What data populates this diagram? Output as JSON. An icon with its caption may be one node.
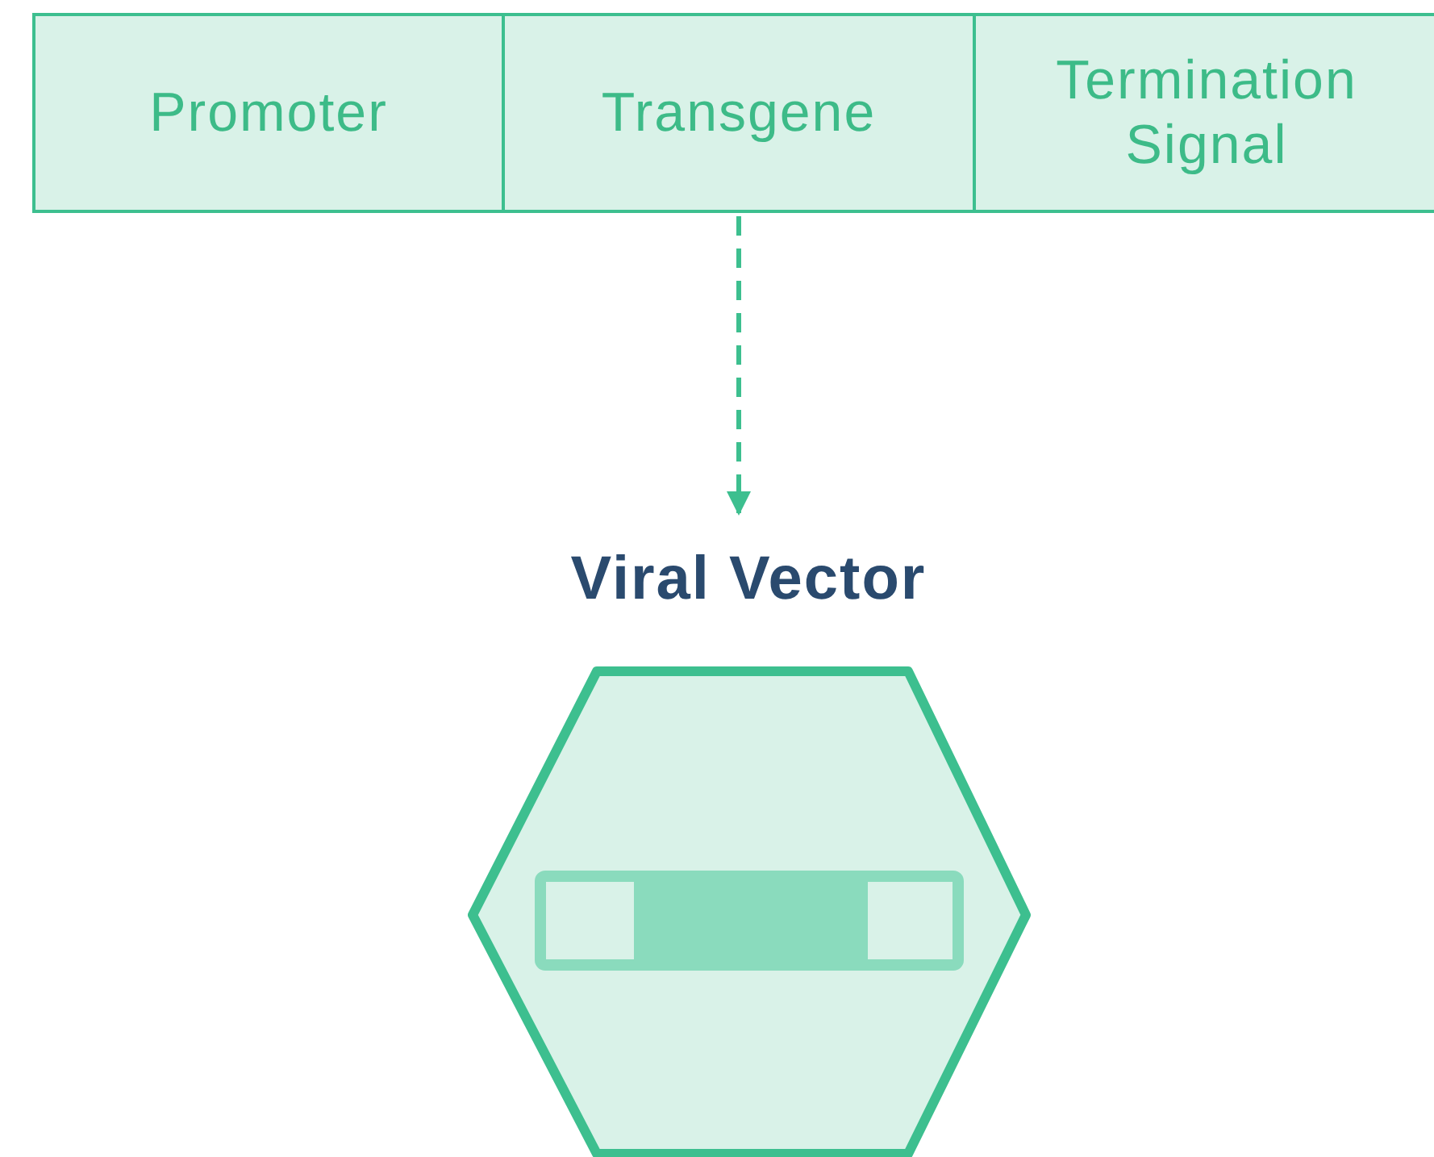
{
  "diagram": {
    "nodes": [
      {
        "text": [
          "Promoter"
        ]
      },
      {
        "text": [
          "Transgene"
        ]
      },
      {
        "text": [
          "Termination Signal"
        ]
      },
      {
        "text": [
          "Viral Vector"
        ]
      }
    ],
    "edges": [
      {
        "from": 1,
        "to": 3,
        "arrow": "to",
        "style": "dashed"
      }
    ]
  }
}
